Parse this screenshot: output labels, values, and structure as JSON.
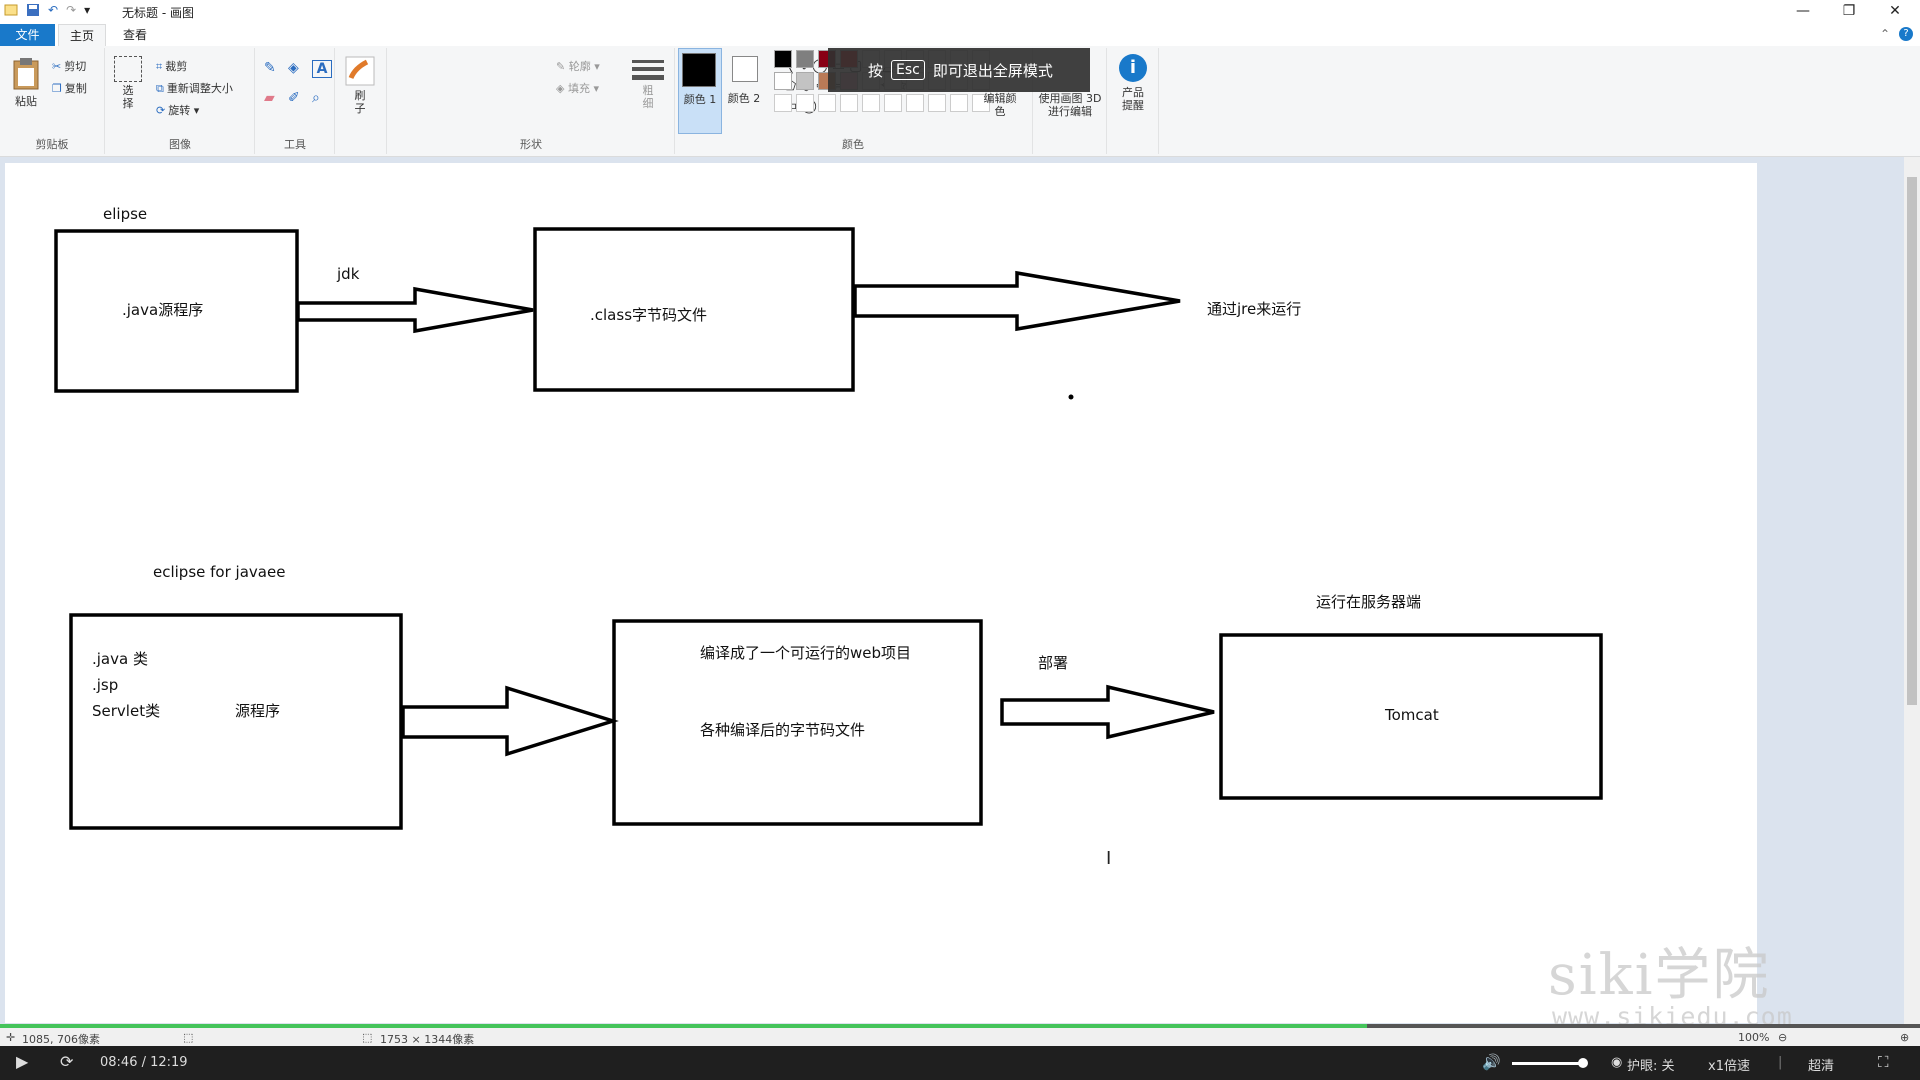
{
  "window": {
    "title": "无标题 - 画图"
  },
  "tabs": {
    "file": "文件",
    "home": "主页",
    "view": "查看"
  },
  "ribbon": {
    "clipboard": {
      "paste": "粘贴",
      "cut": "剪切",
      "copy": "复制",
      "label": "剪贴板"
    },
    "image": {
      "select": "选择",
      "crop": "裁剪",
      "resize": "重新调整大小",
      "rotate": "旋转",
      "label": "图像"
    },
    "tools": {
      "label": "工具"
    },
    "brush": {
      "label": "刷子"
    },
    "shapes": {
      "outline": "轮廓",
      "fill": "填充",
      "label": "形状"
    },
    "size": {
      "label": "粗细"
    },
    "colors": {
      "color1": "颜色 1",
      "color2": "颜色 2",
      "edit": "编辑颜色",
      "label": "颜色",
      "palette_row1": [
        "#000000",
        "#7f7f7f",
        "#880015",
        "#ed1c24"
      ],
      "palette_row2": [
        "#ffffff",
        "#c3c3c3",
        "#b97a57",
        "#ffaec9"
      ]
    },
    "paint3d": "使用画图 3D 进行编辑",
    "product": "产品提醒"
  },
  "toast": {
    "pre": "按",
    "key": "Esc",
    "post": "即可退出全屏模式"
  },
  "drawing": {
    "label_elipse": "elipse",
    "box1_text": ".java源程序",
    "arrow1_label": "jdk",
    "box2_text": ".class字节码文件",
    "run_text": "通过jre来运行",
    "label_javaee": "eclipse for javaee",
    "box3_line1": ".java 类",
    "box3_line2": ".jsp",
    "box3_line3": "Servlet类",
    "box3_right": "源程序",
    "box4_line1": "编译成了一个可运行的web项目",
    "box4_line2": "各种编译后的字节码文件",
    "deploy_label": "部署",
    "server_label": "运行在服务器端",
    "box5_text": "Tomcat"
  },
  "status": {
    "cursor": "1085, 706像素",
    "size": "1753 × 1344像素",
    "zoom": "100%"
  },
  "player": {
    "time": "08:46 / 12:19",
    "progress": 0.712,
    "eye": "护眼: 关",
    "speed": "x1倍速",
    "quality": "超清"
  },
  "watermark": {
    "brand": "siki学院",
    "url": "www.sikiedu.com"
  }
}
